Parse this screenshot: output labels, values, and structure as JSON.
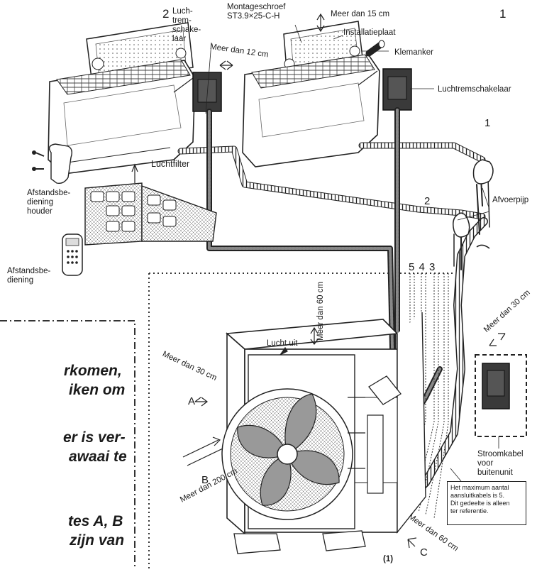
{
  "numbers": {
    "one": "1",
    "two": "2",
    "wire_1": "1",
    "wire_2": "2",
    "cables": "5 4 3",
    "figure": "(1)"
  },
  "labels": {
    "luchtremschakelaar_left": [
      "Luch-",
      "trem-",
      "schake-",
      "laar"
    ],
    "montageschroef": [
      "Montageschroef",
      "ST3.9×25-C-H"
    ],
    "meer_dan_15": "Meer dan 15 cm",
    "installatieplaat": "Installatieplaat",
    "klemanker": "Klemanker",
    "meer_dan_12": "Meer dan 12 cm",
    "luchtremschakelaar_right": "Luchtremschakelaar",
    "luchtfilter": "Luchtfilter",
    "afstandsbediening_houder": [
      "Afstandsbe-",
      "diening",
      "houder"
    ],
    "afvoerpijp": "Afvoerpijp",
    "afstandsbediening": [
      "Afstandsbe-",
      "diening"
    ],
    "meer_dan_60_top": "Meer dan 60 cm",
    "meer_dan_30_right": "Meer dan 30 cm",
    "lucht_uit": "Lucht uit",
    "meer_dan_30_left": "Meer dan 30 cm",
    "meer_dan_200": "Meer dan 200 cm",
    "meer_dan_60_bottom": "Meer dan 60 cm",
    "stroomkabel": [
      "Stroomkabel",
      "voor",
      "buitenunit"
    ],
    "letter_a": "A",
    "letter_b": "B",
    "letter_c": "C"
  },
  "note_box": [
    "Het maximum aantal",
    "aansluitkabels is 5.",
    "Dit gedeelte is alleen",
    "ter referentie."
  ],
  "side_text": [
    "rkomen,",
    "iken om",
    "",
    "er is ver-",
    "awaai te",
    "",
    "tes A, B",
    "zijn van"
  ]
}
